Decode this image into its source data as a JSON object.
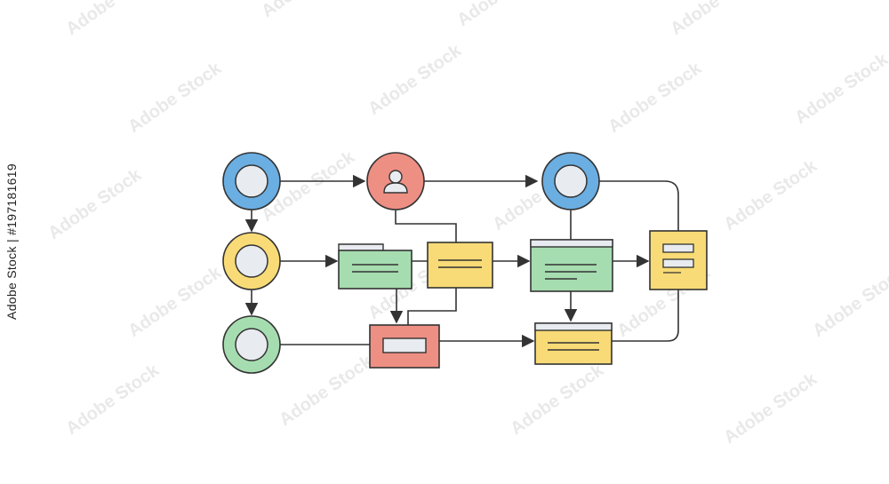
{
  "colors": {
    "blue": "#6aaee2",
    "yellow": "#f8db76",
    "green": "#a6ddb0",
    "red": "#ee8f84",
    "inner_gray": "#e8ebef",
    "stroke": "#333333",
    "watermark": "#e9e9e9"
  },
  "stock_id": "Adobe Stock | #197181619",
  "watermark_text": "Adobe Stock",
  "diagram": {
    "nodes": [
      {
        "id": "start-blue-circle",
        "shape": "circle",
        "color": "blue",
        "icon": "empty-circle-icon"
      },
      {
        "id": "user-red-circle",
        "shape": "circle",
        "color": "red",
        "icon": "user-icon"
      },
      {
        "id": "end-blue-circle",
        "shape": "circle",
        "color": "blue",
        "icon": "empty-circle-icon"
      },
      {
        "id": "yellow-circle",
        "shape": "circle",
        "color": "yellow",
        "icon": "empty-circle-icon"
      },
      {
        "id": "green-circle",
        "shape": "circle",
        "color": "green",
        "icon": "empty-circle-icon"
      },
      {
        "id": "green-folder-card",
        "shape": "folder",
        "color": "green",
        "icon": "document-lines-icon"
      },
      {
        "id": "yellow-note-card",
        "shape": "card",
        "color": "yellow",
        "icon": "document-lines-icon"
      },
      {
        "id": "green-window-card",
        "shape": "window",
        "color": "green",
        "icon": "document-lines-icon"
      },
      {
        "id": "yellow-form-card",
        "shape": "form",
        "color": "yellow",
        "icon": "form-icon"
      },
      {
        "id": "red-input-card",
        "shape": "input",
        "color": "red",
        "icon": "input-field-icon"
      },
      {
        "id": "yellow-window-card",
        "shape": "window",
        "color": "yellow",
        "icon": "document-lines-icon"
      }
    ],
    "edges": [
      {
        "from": "start-blue-circle",
        "to": "user-red-circle",
        "arrow": true
      },
      {
        "from": "user-red-circle",
        "to": "end-blue-circle",
        "arrow": true
      },
      {
        "from": "start-blue-circle",
        "to": "yellow-circle",
        "arrow": true
      },
      {
        "from": "yellow-circle",
        "to": "green-circle",
        "arrow": true
      },
      {
        "from": "yellow-circle",
        "to": "green-folder-card",
        "arrow": true
      },
      {
        "from": "green-folder-card",
        "to": "yellow-note-card",
        "arrow": false
      },
      {
        "from": "yellow-note-card",
        "to": "green-window-card",
        "arrow": true
      },
      {
        "from": "green-window-card",
        "to": "yellow-form-card",
        "arrow": true
      },
      {
        "from": "green-folder-card",
        "to": "red-input-card",
        "arrow": true
      },
      {
        "from": "green-window-card",
        "to": "yellow-window-card",
        "arrow": true
      },
      {
        "from": "green-circle",
        "to": "red-input-card",
        "arrow": false
      },
      {
        "from": "red-input-card",
        "to": "yellow-window-card",
        "arrow": true
      },
      {
        "from": "user-red-circle",
        "to": "yellow-note-card",
        "arrow": false
      },
      {
        "from": "yellow-note-card",
        "to": "red-input-card",
        "arrow": false
      },
      {
        "from": "end-blue-circle",
        "to": "green-window-card",
        "arrow": false
      },
      {
        "from": "end-blue-circle",
        "to": "yellow-form-card",
        "arrow": false
      },
      {
        "from": "yellow-form-card",
        "to": "yellow-window-card",
        "arrow": false
      }
    ]
  }
}
